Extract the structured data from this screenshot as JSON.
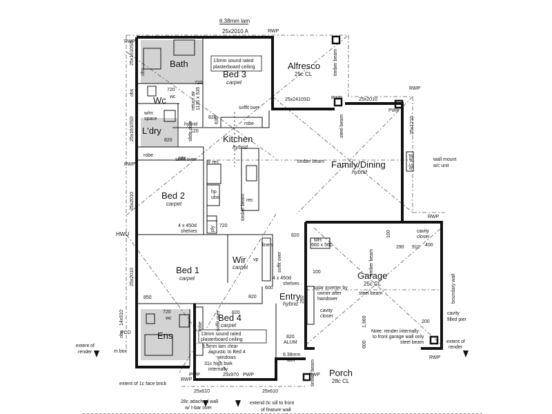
{
  "top": {
    "lam": "6.38mm lam",
    "window": "25x2010 A",
    "rwp": "RWP"
  },
  "rooms": {
    "bath": "Bath",
    "bed3": "Bed 3",
    "bed3_floor": "carpet",
    "alfresco": "Alfresco",
    "alfresco_floor": "25c CL",
    "wc": "Wc",
    "ldry": "L'dry",
    "kitchen": "Kitchen",
    "kitchen_floor": "hybrid",
    "family": "Family/Dining",
    "family_floor": "hybrid",
    "bed2": "Bed 2",
    "bed2_floor": "carpet",
    "bed1": "Bed 1",
    "bed1_floor": "carpet",
    "wir": "Wir",
    "wir_floor": "carpet",
    "garage": "Garage",
    "garage_floor": "25c CL",
    "entry": "Entry",
    "entry_floor": "hybrid",
    "bed4": "Bed 4",
    "bed4_floor": "carpet",
    "ens": "Ens",
    "porch": "Porch",
    "porch_floor": "28c CL"
  },
  "labels": {
    "sound_bed3": [
      "13mm sound rated",
      "plasterboard ceiling"
    ],
    "sound_bed4": [
      "13mm sound rated",
      "plasterboard ceiling"
    ],
    "acoustic": [
      "6.5mm lam clear",
      "acoustic to Bed 4",
      "windows"
    ],
    "soffit_over": "soffit over",
    "robe": "robe",
    "timber_beam": "timber beam",
    "w_2410": "25x2410SD",
    "w_2010": "25x2010",
    "w_1210": "25x1210",
    "w_1610": "25x1610SD",
    "w_2010b": "25x2010",
    "w_2010c": "25x2010",
    "w_910": "14x910",
    "w_610a": "25x610",
    "w_610b": "25x610",
    "w_970": "25x970",
    "pwp": "PWP",
    "rwp": "RWP",
    "hwu": "HWU",
    "pcd": "PCD",
    "mbox": "m box",
    "ac_unit": "a/c unit",
    "wall_mount": [
      "wall mount",
      "a/c unit"
    ],
    "boundary": "boundary wall",
    "cavity_closer": [
      "cavity",
      "closer"
    ],
    "cavity_closer2": [
      "cavity",
      "closer"
    ],
    "cavity_pier": [
      "cavity",
      "filled pier"
    ],
    "solar": [
      "solar inverter by",
      "owner after",
      "handover"
    ],
    "garage_note": [
      "Note: render internally",
      "to front garage wall only"
    ],
    "steel_beam": "steel beam",
    "shelves1": [
      "4 x 450d",
      "shelves"
    ],
    "shelves2": [
      "4 x 450d",
      "shelves"
    ],
    "hybrid": "hybrid",
    "hybrid_bed4": [
      "31c high bwk",
      "internally"
    ],
    "linen": "linen",
    "mh": [
      "MH",
      "660 x 560"
    ],
    "return_air": [
      "return air",
      "1135 x 535"
    ],
    "obs1": "obs",
    "obs2": "obs",
    "obs3": "obs",
    "wm_space": [
      "w/m",
      "space"
    ],
    "fr_rec": "fr rec",
    "hp_ubo": [
      "hp",
      "ubo"
    ],
    "ply": "ply",
    "extent_render_l": [
      "extent of",
      "render"
    ],
    "extent_render_r": [
      "extent of",
      "render"
    ],
    "extent_face": "extent of 1c face brick",
    "attached_wall": [
      "28c attached wall",
      "w/ t-bar over"
    ],
    "extent_sill": [
      "extend 0c sill to front",
      "of feature wall"
    ],
    "lam2": [
      "6.38mm",
      "lam"
    ],
    "alum": "ALUM",
    "d820": "820",
    "d720": "720",
    "d120": "120",
    "d630": "630",
    "d850": "850",
    "d600": "600",
    "d290": "290",
    "d910": "910",
    "d400": "400",
    "d100": "100",
    "d200": "200",
    "d1960": "1,960",
    "d720wc": "720",
    "wc_lbl": "wc",
    "wc_lbl2": "wc",
    "rec": "rec",
    "slide_door": "slide door",
    "vp": "vp"
  }
}
